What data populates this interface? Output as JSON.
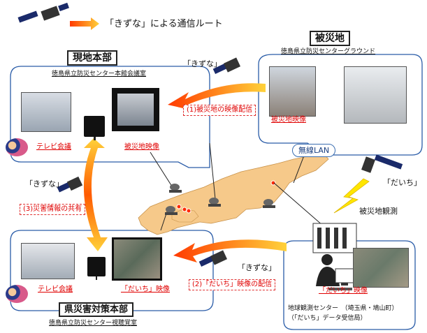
{
  "legend": {
    "text": "「きずな」による通信ルート"
  },
  "disaster_site": {
    "title": "被災地",
    "subtitle": "徳島県立防災センターグラウンド",
    "image_label": "被災地映像",
    "network_label": "無線LAN"
  },
  "field_hq": {
    "title": "現地本部",
    "subtitle": "徳島県立防災センター本館会議室",
    "tv_conf_label": "テレビ会議",
    "image_label": "被災地映像"
  },
  "pref_hq": {
    "title": "県災害対策本部",
    "subtitle": "徳島県立防災センター視聴覚室",
    "tv_conf_label": "テレビ会議",
    "image_label": "「だいち」映像"
  },
  "earth_center": {
    "name": "地球観測センター　（埼玉県・鳩山町）",
    "note": "（「だいち」データ受信局）",
    "image_label": "「だいち」映像"
  },
  "routes": {
    "r1": "(1)被災地の映像配信",
    "r2": "(2)「だいち」映像の配信",
    "r3": "(3)災害情報の共有"
  },
  "satellites": {
    "kizuna_1": "「きずな」",
    "kizuna_2": "「きずな」",
    "kizuna_3": "「きずな」",
    "daichi": "「だいち」",
    "observation": "被災地観測"
  }
}
